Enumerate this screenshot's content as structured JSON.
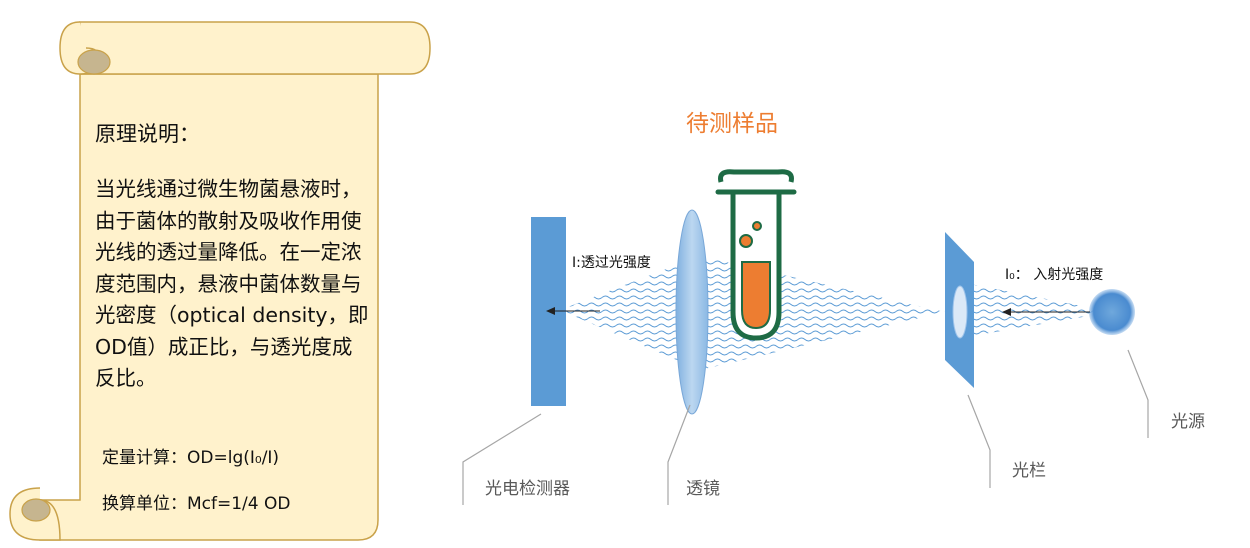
{
  "scroll": {
    "heading": "原理说明：",
    "body": "当光线通过微生物菌悬液时，由于菌体的散射及吸收作用使光线的透过量降低。在一定浓度范围内，悬液中菌体数量与光密度（optical density，即OD值）成正比，与透光度成反比。",
    "formula_od": "定量计算：OD=lg(I₀/I)",
    "formula_mcf": "换算单位：Mcf=1/4 OD"
  },
  "diagram": {
    "sample_title": "待测样品",
    "transmitted_label": "I:透过光强度",
    "incident_label": "I₀：  入射光强度",
    "callouts": {
      "detector": "光电检测器",
      "lens": "透镜",
      "aperture": "光栏",
      "source": "光源"
    }
  },
  "colors": {
    "scroll_fill": "#fff2cc",
    "scroll_stroke": "#c9a24a",
    "scroll_curl": "#c6b58f",
    "detector": "#5b9bd5",
    "beam": "#5b9bd5",
    "sample_title": "#ed7d31",
    "tube_outline": "#1e6b45",
    "tube_liquid": "#ed7d31",
    "callout_text": "#595959"
  }
}
